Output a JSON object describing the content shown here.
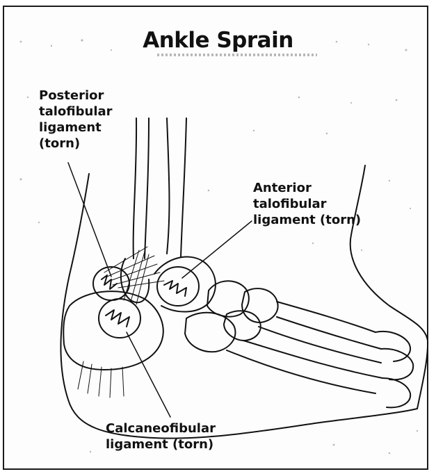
{
  "title": "Ankle Sprain",
  "labels": {
    "posterior": [
      "Posterior",
      "talofibular",
      "ligament",
      "(torn)"
    ],
    "anterior": [
      "Anterior",
      "talofibular",
      "ligament (torn)"
    ],
    "calcaneofibular": [
      "Calcaneofibular",
      "ligament (torn)"
    ]
  },
  "colors": {
    "ink": "#111111",
    "paper": "#fdfdfd",
    "noise": "#b5b5b5"
  }
}
